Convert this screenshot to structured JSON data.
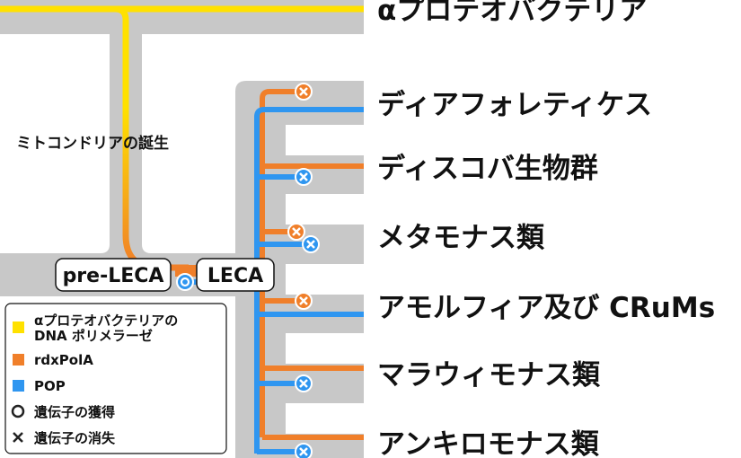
{
  "taxa": [
    "αプロテオバクテリア",
    "ディアフォレティケス",
    "ディスコバ生物群",
    "メタモナス類",
    "アモルフィア及び CRuMs",
    "マラウィモナス類",
    "アンキロモナス類"
  ],
  "event_label": "ミトコンドリアの誕生",
  "nodes": {
    "pre_leca": "pre-LECA",
    "leca": "LECA"
  },
  "legend": {
    "items": [
      {
        "label_lines": [
          "αプロテオバクテリアの",
          "DNA ポリメラーゼ"
        ],
        "color": "#FFE100",
        "kind": "swatch"
      },
      {
        "label_lines": [
          "rdxPolA"
        ],
        "color": "#F07F2A",
        "kind": "swatch"
      },
      {
        "label_lines": [
          "POP"
        ],
        "color": "#2F96F0",
        "kind": "swatch"
      },
      {
        "label_lines": [
          "遺伝子の獲得"
        ],
        "kind": "circle"
      },
      {
        "label_lines": [
          "遺伝子の消失"
        ],
        "kind": "cross"
      }
    ]
  },
  "colors": {
    "alpha_dna_pol": "#FFE100",
    "rdxPolA": "#F07F2A",
    "POP": "#2F96F0",
    "tree_gray": "#C8C8C8"
  },
  "marks": [
    {
      "type": "gain",
      "gene": "POP",
      "where": "leca"
    },
    {
      "type": "loss",
      "gene": "rdxPolA",
      "lineage": "ディアフォレティケス"
    },
    {
      "type": "loss",
      "gene": "POP",
      "lineage": "ディスコバ生物群"
    },
    {
      "type": "loss",
      "gene": "rdxPolA",
      "lineage": "メタモナス類"
    },
    {
      "type": "loss",
      "gene": "POP",
      "lineage": "メタモナス類"
    },
    {
      "type": "loss",
      "gene": "rdxPolA",
      "lineage": "アモルフィア及び CRuMs"
    },
    {
      "type": "loss",
      "gene": "POP",
      "lineage": "マラウィモナス類"
    },
    {
      "type": "loss",
      "gene": "POP",
      "lineage": "アンキロモナス類"
    }
  ]
}
